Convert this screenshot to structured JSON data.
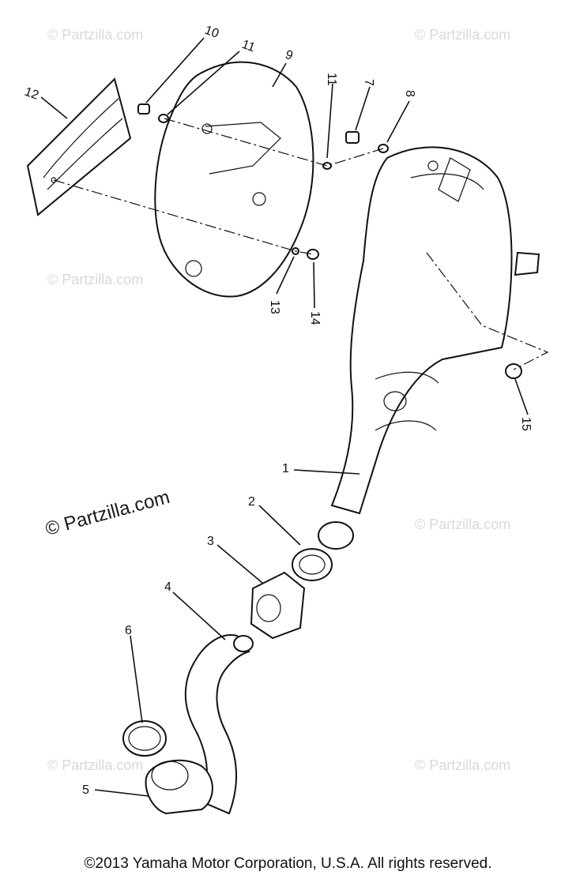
{
  "watermarks": {
    "small": "© Partzilla.com",
    "main": "© Partzilla.com"
  },
  "callouts": [
    "1",
    "2",
    "3",
    "4",
    "5",
    "6",
    "7",
    "8",
    "9",
    "10",
    "11",
    "11",
    "12",
    "13",
    "14",
    "15"
  ],
  "copyright": "©2013  Yamaha Motor Corporation, U.S.A. All rights reserved."
}
